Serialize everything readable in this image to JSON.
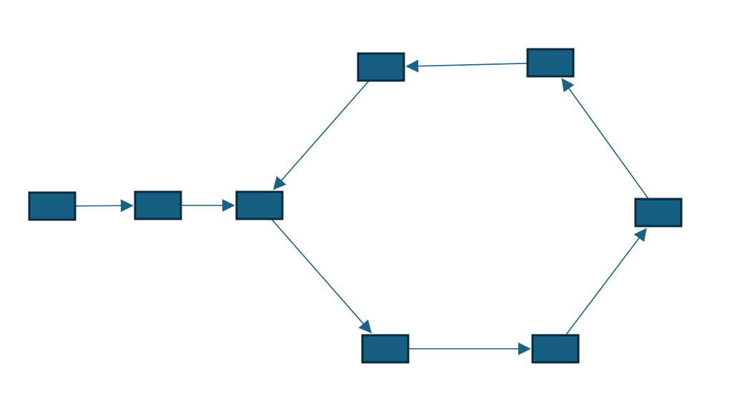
{
  "colors": {
    "node_fill": "#165E82",
    "node_stroke": "#0A2A3C",
    "edge": "#1A6286",
    "background": "#FFFFFF"
  },
  "diagram": {
    "nodes": [
      {
        "id": "n1",
        "label": ""
      },
      {
        "id": "n2",
        "label": ""
      },
      {
        "id": "n3",
        "label": ""
      },
      {
        "id": "n4",
        "label": ""
      },
      {
        "id": "n5",
        "label": ""
      },
      {
        "id": "n6",
        "label": ""
      },
      {
        "id": "n7",
        "label": ""
      },
      {
        "id": "n8",
        "label": ""
      }
    ],
    "edges": [
      {
        "from": "n1",
        "to": "n2"
      },
      {
        "from": "n2",
        "to": "n3"
      },
      {
        "from": "n3",
        "to": "n4"
      },
      {
        "from": "n4",
        "to": "n5"
      },
      {
        "from": "n5",
        "to": "n6"
      },
      {
        "from": "n6",
        "to": "n7"
      },
      {
        "from": "n7",
        "to": "n8"
      },
      {
        "from": "n8",
        "to": "n3"
      }
    ]
  }
}
